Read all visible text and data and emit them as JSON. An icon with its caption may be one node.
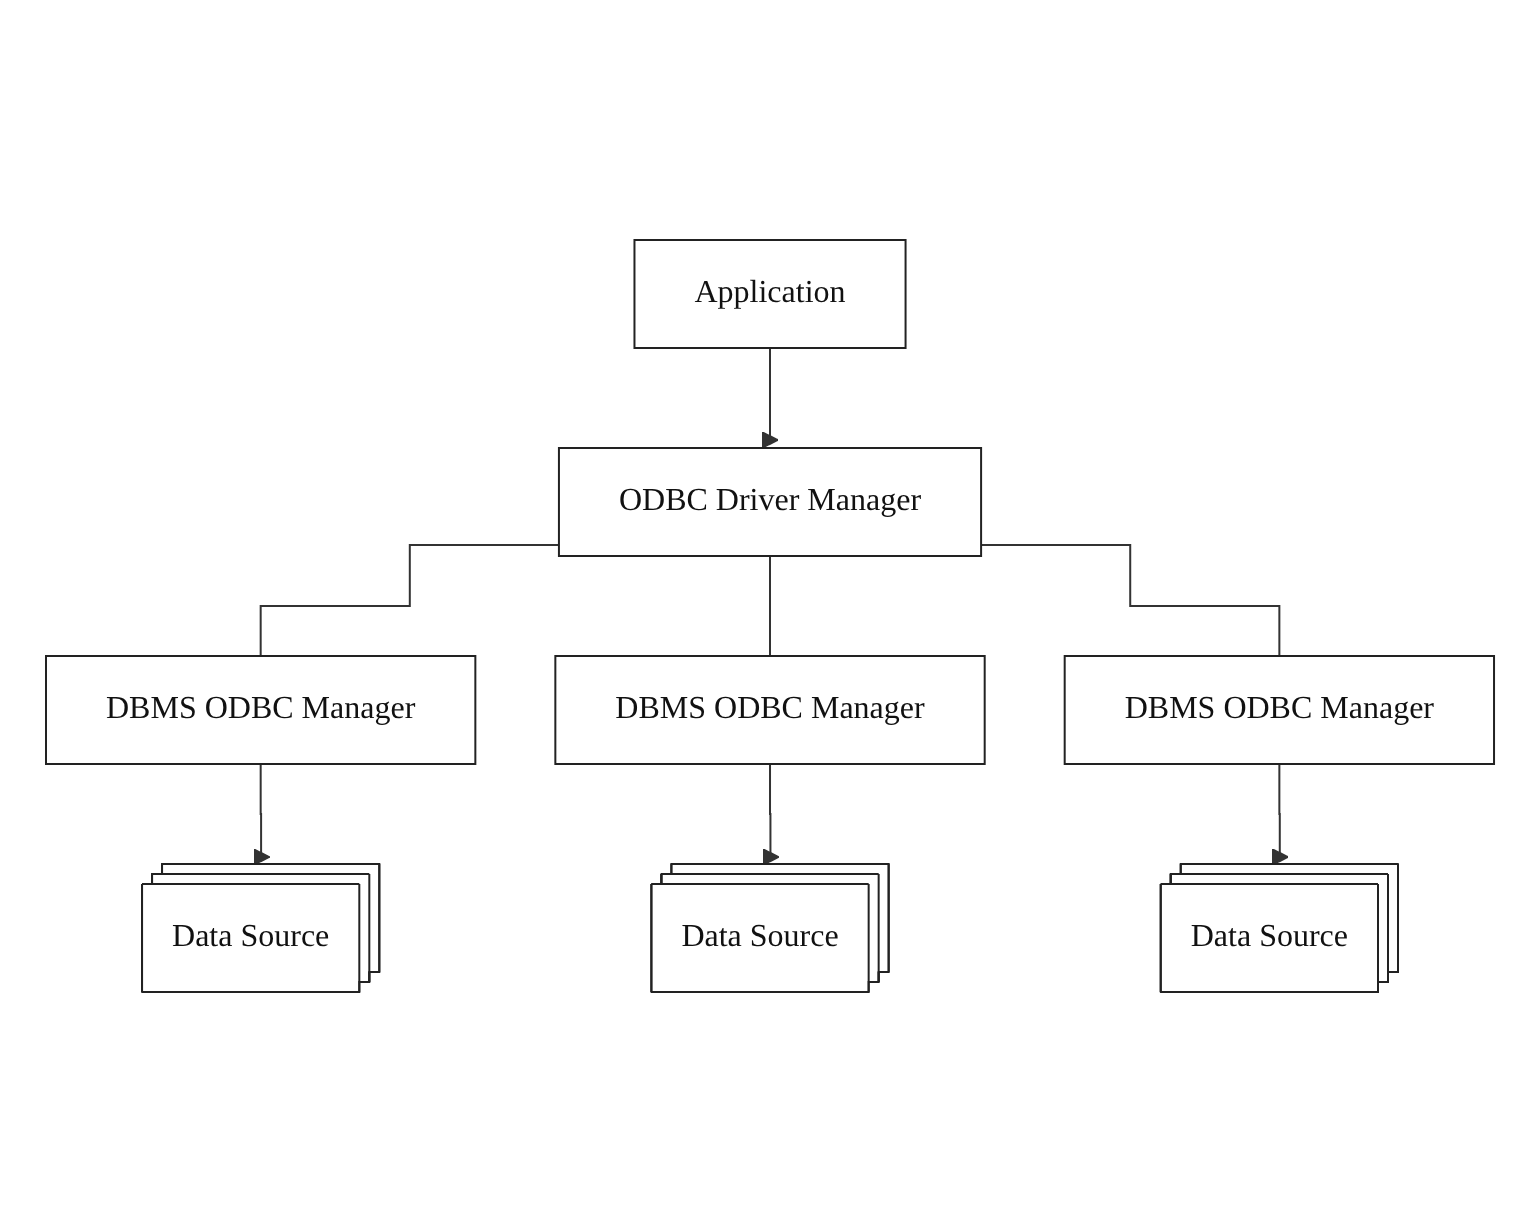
{
  "diagram": {
    "nodes": [
      {
        "text": [
          "Application"
        ]
      },
      {
        "text": [
          "ODBC Driver Manager"
        ]
      },
      {
        "text": [
          "DBMS ODBC Manager"
        ]
      },
      {
        "text": [
          "DBMS ODBC Manager"
        ]
      },
      {
        "text": [
          "DBMS ODBC Manager"
        ]
      },
      {
        "text": [
          "Data Source"
        ]
      },
      {
        "text": [
          "Data Source"
        ]
      },
      {
        "text": [
          "Data Source"
        ]
      }
    ],
    "edges": [
      {
        "from": 0,
        "to": 1,
        "arrow": "to"
      },
      {
        "from": 1,
        "to": 2,
        "arrow": "none"
      },
      {
        "from": 1,
        "to": 3,
        "arrow": "none"
      },
      {
        "from": 1,
        "to": 4,
        "arrow": "none"
      },
      {
        "from": 2,
        "to": 5,
        "arrow": "to"
      },
      {
        "from": 3,
        "to": 6,
        "arrow": "to"
      },
      {
        "from": 4,
        "to": 7,
        "arrow": "to"
      }
    ]
  }
}
